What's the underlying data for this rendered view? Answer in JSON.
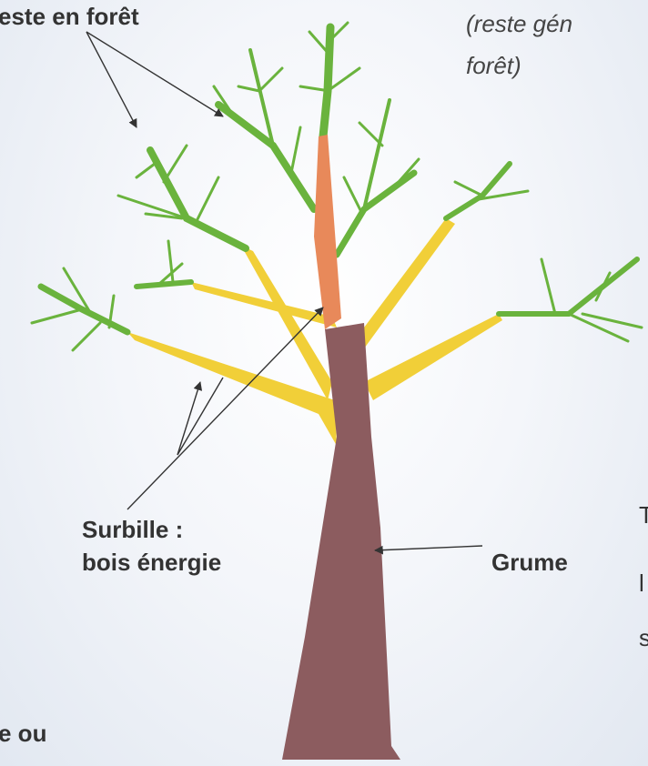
{
  "labels": {
    "top_left": "este en forêt",
    "top_right_line1": "(reste gén",
    "top_right_line2": "forêt)",
    "surbille_line1": "Surbille :",
    "surbille_line2": "bois énergie",
    "grume": "Grume",
    "bottom_left": "e ou",
    "right_edge_1": "T",
    "right_edge_2": "l",
    "right_edge_3": "s"
  },
  "colors": {
    "trunk_grume": "#8c5c5f",
    "surbille_orange": "#e8895a",
    "branch_yellow": "#f1cf38",
    "twig_green": "#6ab33d",
    "arrow": "#333333"
  }
}
